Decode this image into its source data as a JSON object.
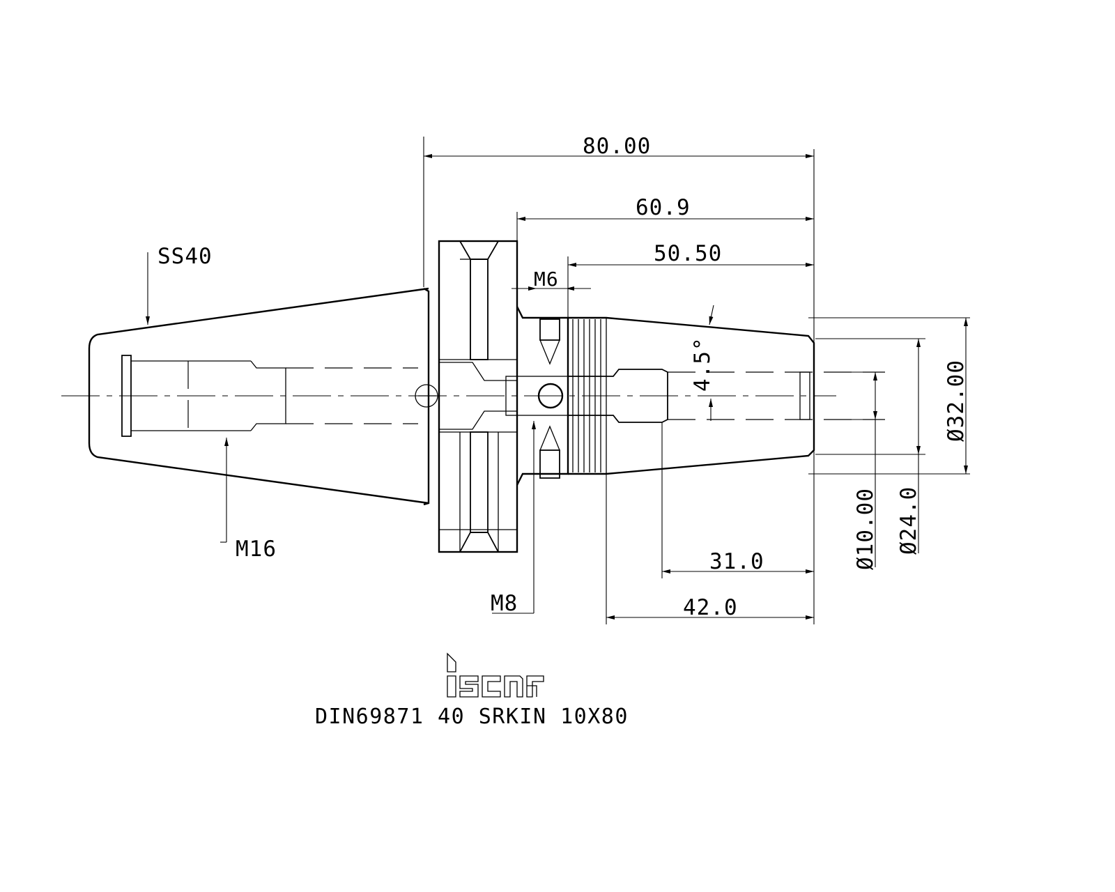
{
  "drawing": {
    "title": "DIN69871 40 SRKIN 10X80",
    "logo_text": "iscar",
    "line_color": "#000000",
    "background": "#ffffff"
  },
  "dimensions": {
    "overall_length": "80.00",
    "length_from_flange": "60.9",
    "length_from_collar": "50.50",
    "bore_depth": "31.0",
    "taper_length": "42.0",
    "taper_angle": "4.5°",
    "outer_diameter": "Ø32.00",
    "nose_diameter": "Ø24.0",
    "bore_diameter": "Ø10.00"
  },
  "callouts": {
    "taper": "SS40",
    "pull_stud_thread": "M16",
    "screw_top": "M6",
    "screw_bottom": "M8"
  }
}
